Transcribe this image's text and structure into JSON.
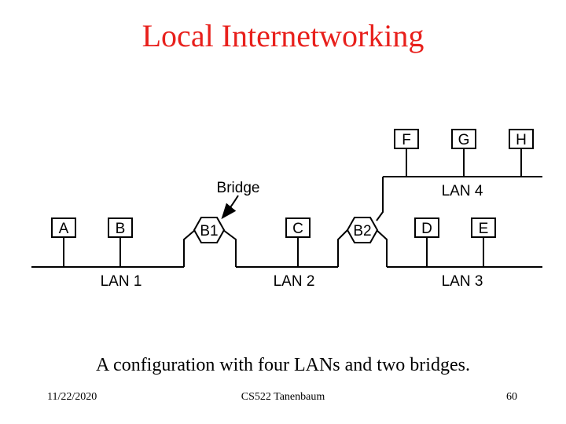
{
  "slide": {
    "title": "Local Internetworking",
    "caption": "A configuration with four LANs and two bridges.",
    "footer": {
      "date": "11/22/2020",
      "course": "CS522 Tanenbaum",
      "page": "60"
    }
  },
  "diagram": {
    "hosts": [
      "A",
      "B",
      "C",
      "D",
      "E",
      "F",
      "G",
      "H"
    ],
    "bridges": [
      "B1",
      "B2"
    ],
    "lans": [
      "LAN 1",
      "LAN 2",
      "LAN 3",
      "LAN 4"
    ],
    "bridge_label": "Bridge"
  }
}
